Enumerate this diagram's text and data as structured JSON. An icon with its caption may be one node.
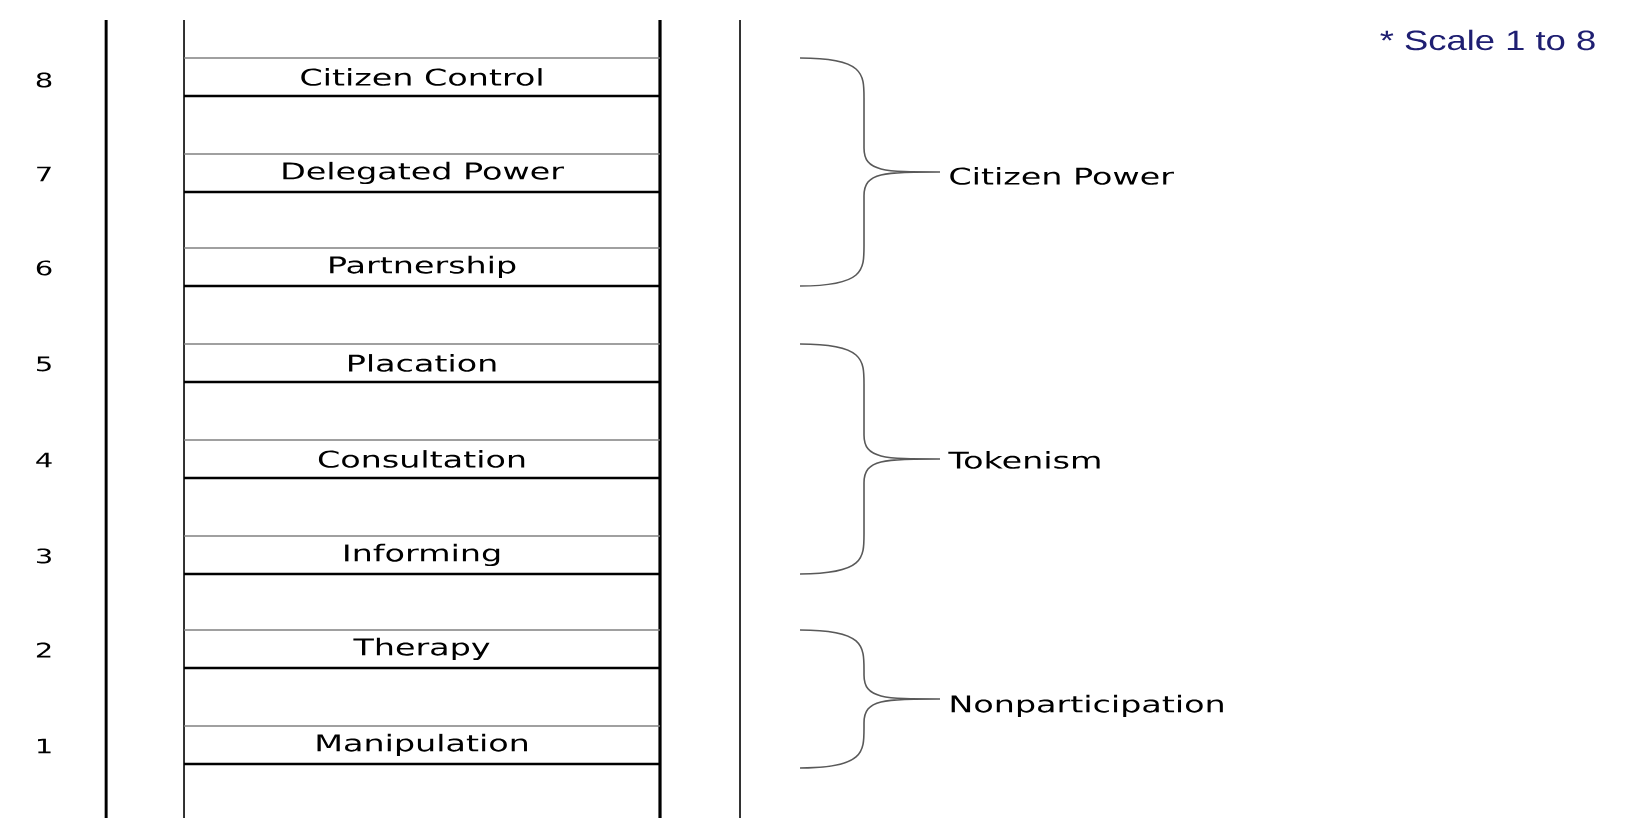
{
  "diagram": {
    "nodes": [
      {
        "text": [
          "Citizen Control"
        ]
      },
      {
        "text": [
          "Delegated Power"
        ]
      },
      {
        "text": [
          "Partnership"
        ]
      },
      {
        "text": [
          "Placation"
        ]
      },
      {
        "text": [
          "Consultation"
        ]
      },
      {
        "text": [
          "Informing"
        ]
      },
      {
        "text": [
          "Therapy"
        ]
      },
      {
        "text": [
          "Manipulation"
        ]
      }
    ],
    "labels": [
      "* Scale 1 to 8",
      "8",
      "7",
      "Citizen Power",
      "6",
      "5",
      "4",
      "Tokenism",
      "3",
      "2",
      "Nonparticipation",
      "1"
    ]
  }
}
